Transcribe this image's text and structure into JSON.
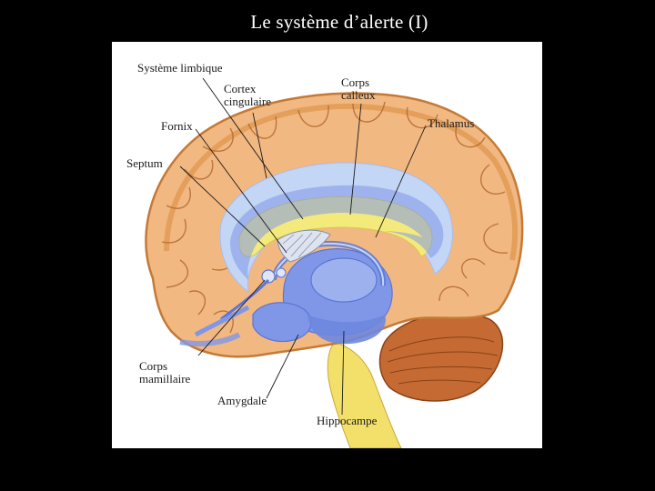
{
  "slide": {
    "title": "Le système d’alerte (I)"
  },
  "diagram": {
    "labels": {
      "systeme_limbique": "Système limbique",
      "cortex_cingulaire_1": "Cortex",
      "cortex_cingulaire_2": "cingulaire",
      "corps_calleux_1": "Corps",
      "corps_calleux_2": "calleux",
      "thalamus": "Thalamus",
      "fornix": "Fornix",
      "septum": "Septum",
      "corps_mamillaire_1": "Corps",
      "corps_mamillaire_2": "mamillaire",
      "amygdale": "Amygdale",
      "hippocampe": "Hippocampe"
    },
    "colors": {
      "background": "#000000",
      "figure_bg": "#ffffff",
      "cortex": "#f2b882",
      "cortex_outline": "#d98a3c",
      "limbic_blue": "#7f97e6",
      "light_blue": "#c4d6f6",
      "corpus_callosum_yellow": "#f4ea7c",
      "cerebellum": "#c46a32",
      "brainstem": "#f2e06a"
    }
  }
}
